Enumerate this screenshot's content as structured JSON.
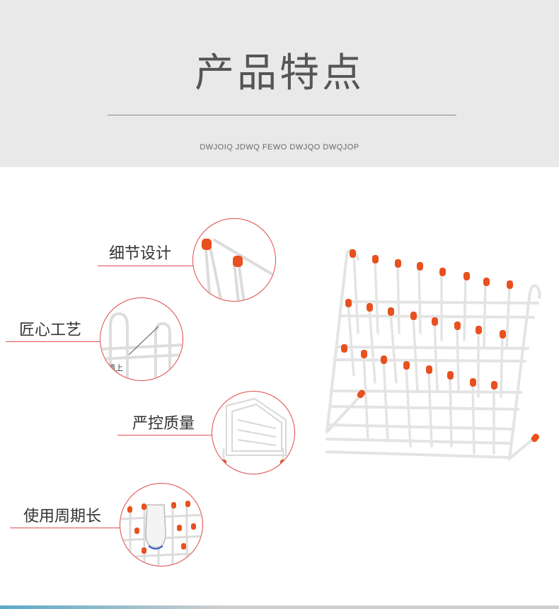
{
  "header": {
    "title": "产品特点",
    "subtitle": "DWJOIQ JDWQ FEWO DWJQO DWQJOP"
  },
  "features": [
    {
      "label": "细节设计"
    },
    {
      "label": "匠心工艺",
      "inner_caption": "墙上"
    },
    {
      "label": "严控质量"
    },
    {
      "label": "使用周期长"
    }
  ],
  "colors": {
    "header_bg": "#e9e9e9",
    "accent": "#e14a4a",
    "peg_tip": "#e8501e",
    "wire": "#f2f2f2"
  },
  "icons": [
    "drying-rack-image",
    "detail-zoom-circle"
  ]
}
